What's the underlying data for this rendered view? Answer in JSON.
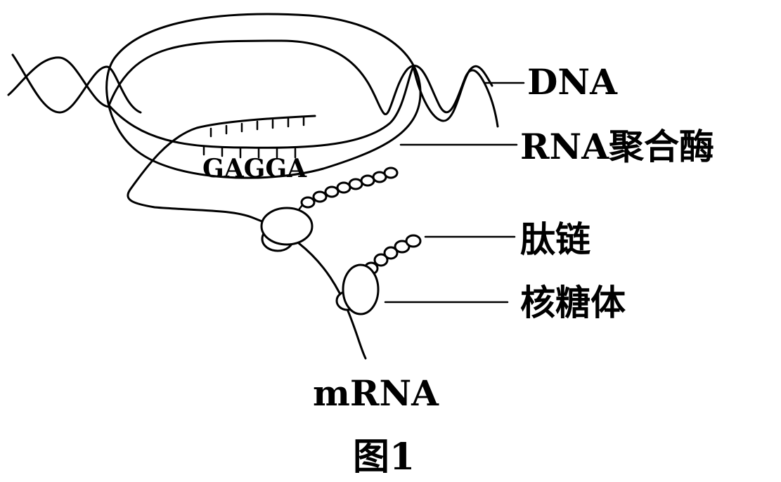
{
  "labels": {
    "dna": "DNA",
    "rna_polymerase": "RNA聚合酶",
    "peptide_chain": "肽链",
    "ribosome": "核糖体",
    "mrna": "mRNA",
    "sequence": "GAGGA",
    "figure_caption": "图1"
  }
}
